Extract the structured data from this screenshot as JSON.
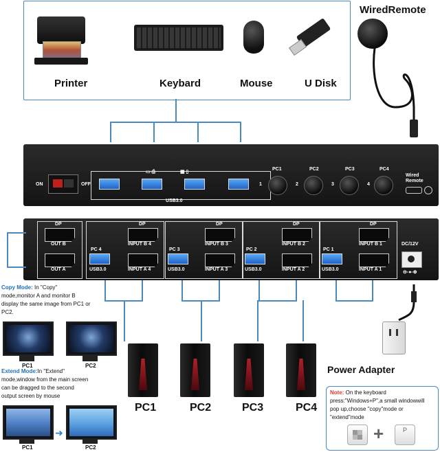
{
  "peripherals": {
    "printer_label": "Printer",
    "keyboard_label": "Keybard",
    "mouse_label": "Mouse",
    "udisk_label": "U Disk",
    "remote_label": "WiredRemote"
  },
  "front_panel": {
    "on_label": "ON",
    "off_label": "OFF",
    "usb_label": "USB3.0",
    "port_numbers": [
      "1",
      "2",
      "3",
      "4"
    ],
    "pc_buttons": [
      "PC1",
      "PC2",
      "PC3",
      "PC4"
    ],
    "remote_port_label": "Wired\nRemote"
  },
  "back_panel": {
    "dp_label": "DP",
    "out_b": "OUT B",
    "out_a": "OUT A",
    "usb_label": "USB3.0",
    "power_label": "DC/12V",
    "groups": [
      {
        "pc": "PC 4",
        "input_b": "INPUT B 4",
        "input_a": "INPUT A 4"
      },
      {
        "pc": "PC 3",
        "input_b": "INPUT B 3",
        "input_a": "INPUT A 3"
      },
      {
        "pc": "PC 2",
        "input_b": "INPUT B 2",
        "input_a": "INPUT A 2"
      },
      {
        "pc": "PC 1",
        "input_b": "INPUT B 1",
        "input_a": "INPUT A 1"
      }
    ]
  },
  "copy_mode": {
    "title": "Copy Mode:",
    "line1": " In \"Copy\"",
    "line2": "mode,monitor A and monitor B",
    "line3": "display the same image from PC1 or",
    "line4": "PC2.",
    "mon1": "PC1",
    "mon2": "PC2"
  },
  "extend_mode": {
    "title": "Extend Mode:",
    "line1": "In \"Extend\"",
    "line2": "mode,window from the main screen",
    "line3": "can be dragged to the second",
    "line4": "output screen by mouse",
    "mon1": "PC1",
    "mon2": "PC2"
  },
  "pcs": [
    "PC1",
    "PC2",
    "PC3",
    "PC4"
  ],
  "power_adapter": "Power Adapter",
  "note": {
    "title": "Note:",
    "line1": " On the keyboard",
    "line2": "press:\"Windows+P\",a small windowwill",
    "line3": "pop up,choose \"copy\"mode or",
    "line4": "\"extend\"mode",
    "plus": "+",
    "key": "P"
  },
  "colors": {
    "accent": "#4a88c0",
    "note_title": "#e03a2e",
    "mode_title": "#1f6fc0"
  }
}
